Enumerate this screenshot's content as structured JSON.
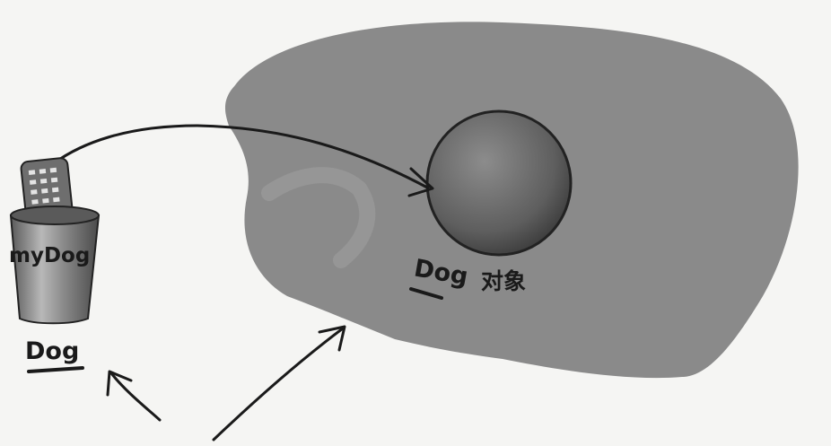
{
  "variable": {
    "name": "myDog",
    "type": "Dog"
  },
  "object": {
    "label": "Dog",
    "suffix": "对象"
  },
  "colors": {
    "heap": "#8a8a8a",
    "object_fill": "#6a6a6a",
    "ink": "#1a1a1a",
    "cup": "#7c7c7c",
    "background": "#f5f5f3"
  }
}
